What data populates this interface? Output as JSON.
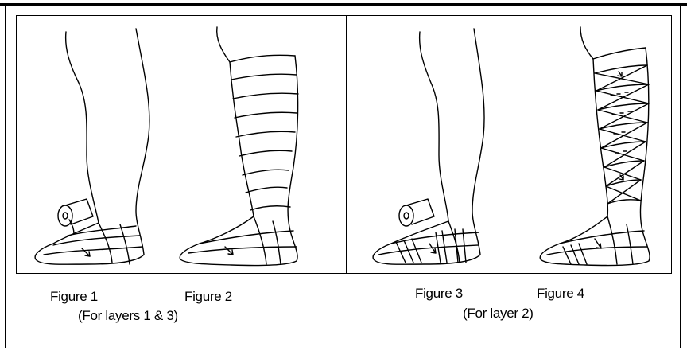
{
  "captions": {
    "fig1": "Figure 1",
    "fig2": "Figure 2",
    "fig3": "Figure 3",
    "fig4": "Figure 4",
    "left_note": "(For layers 1 & 3)",
    "right_note": "(For layer 2)"
  },
  "colors": {
    "line": "#000000",
    "background": "#ffffff"
  }
}
